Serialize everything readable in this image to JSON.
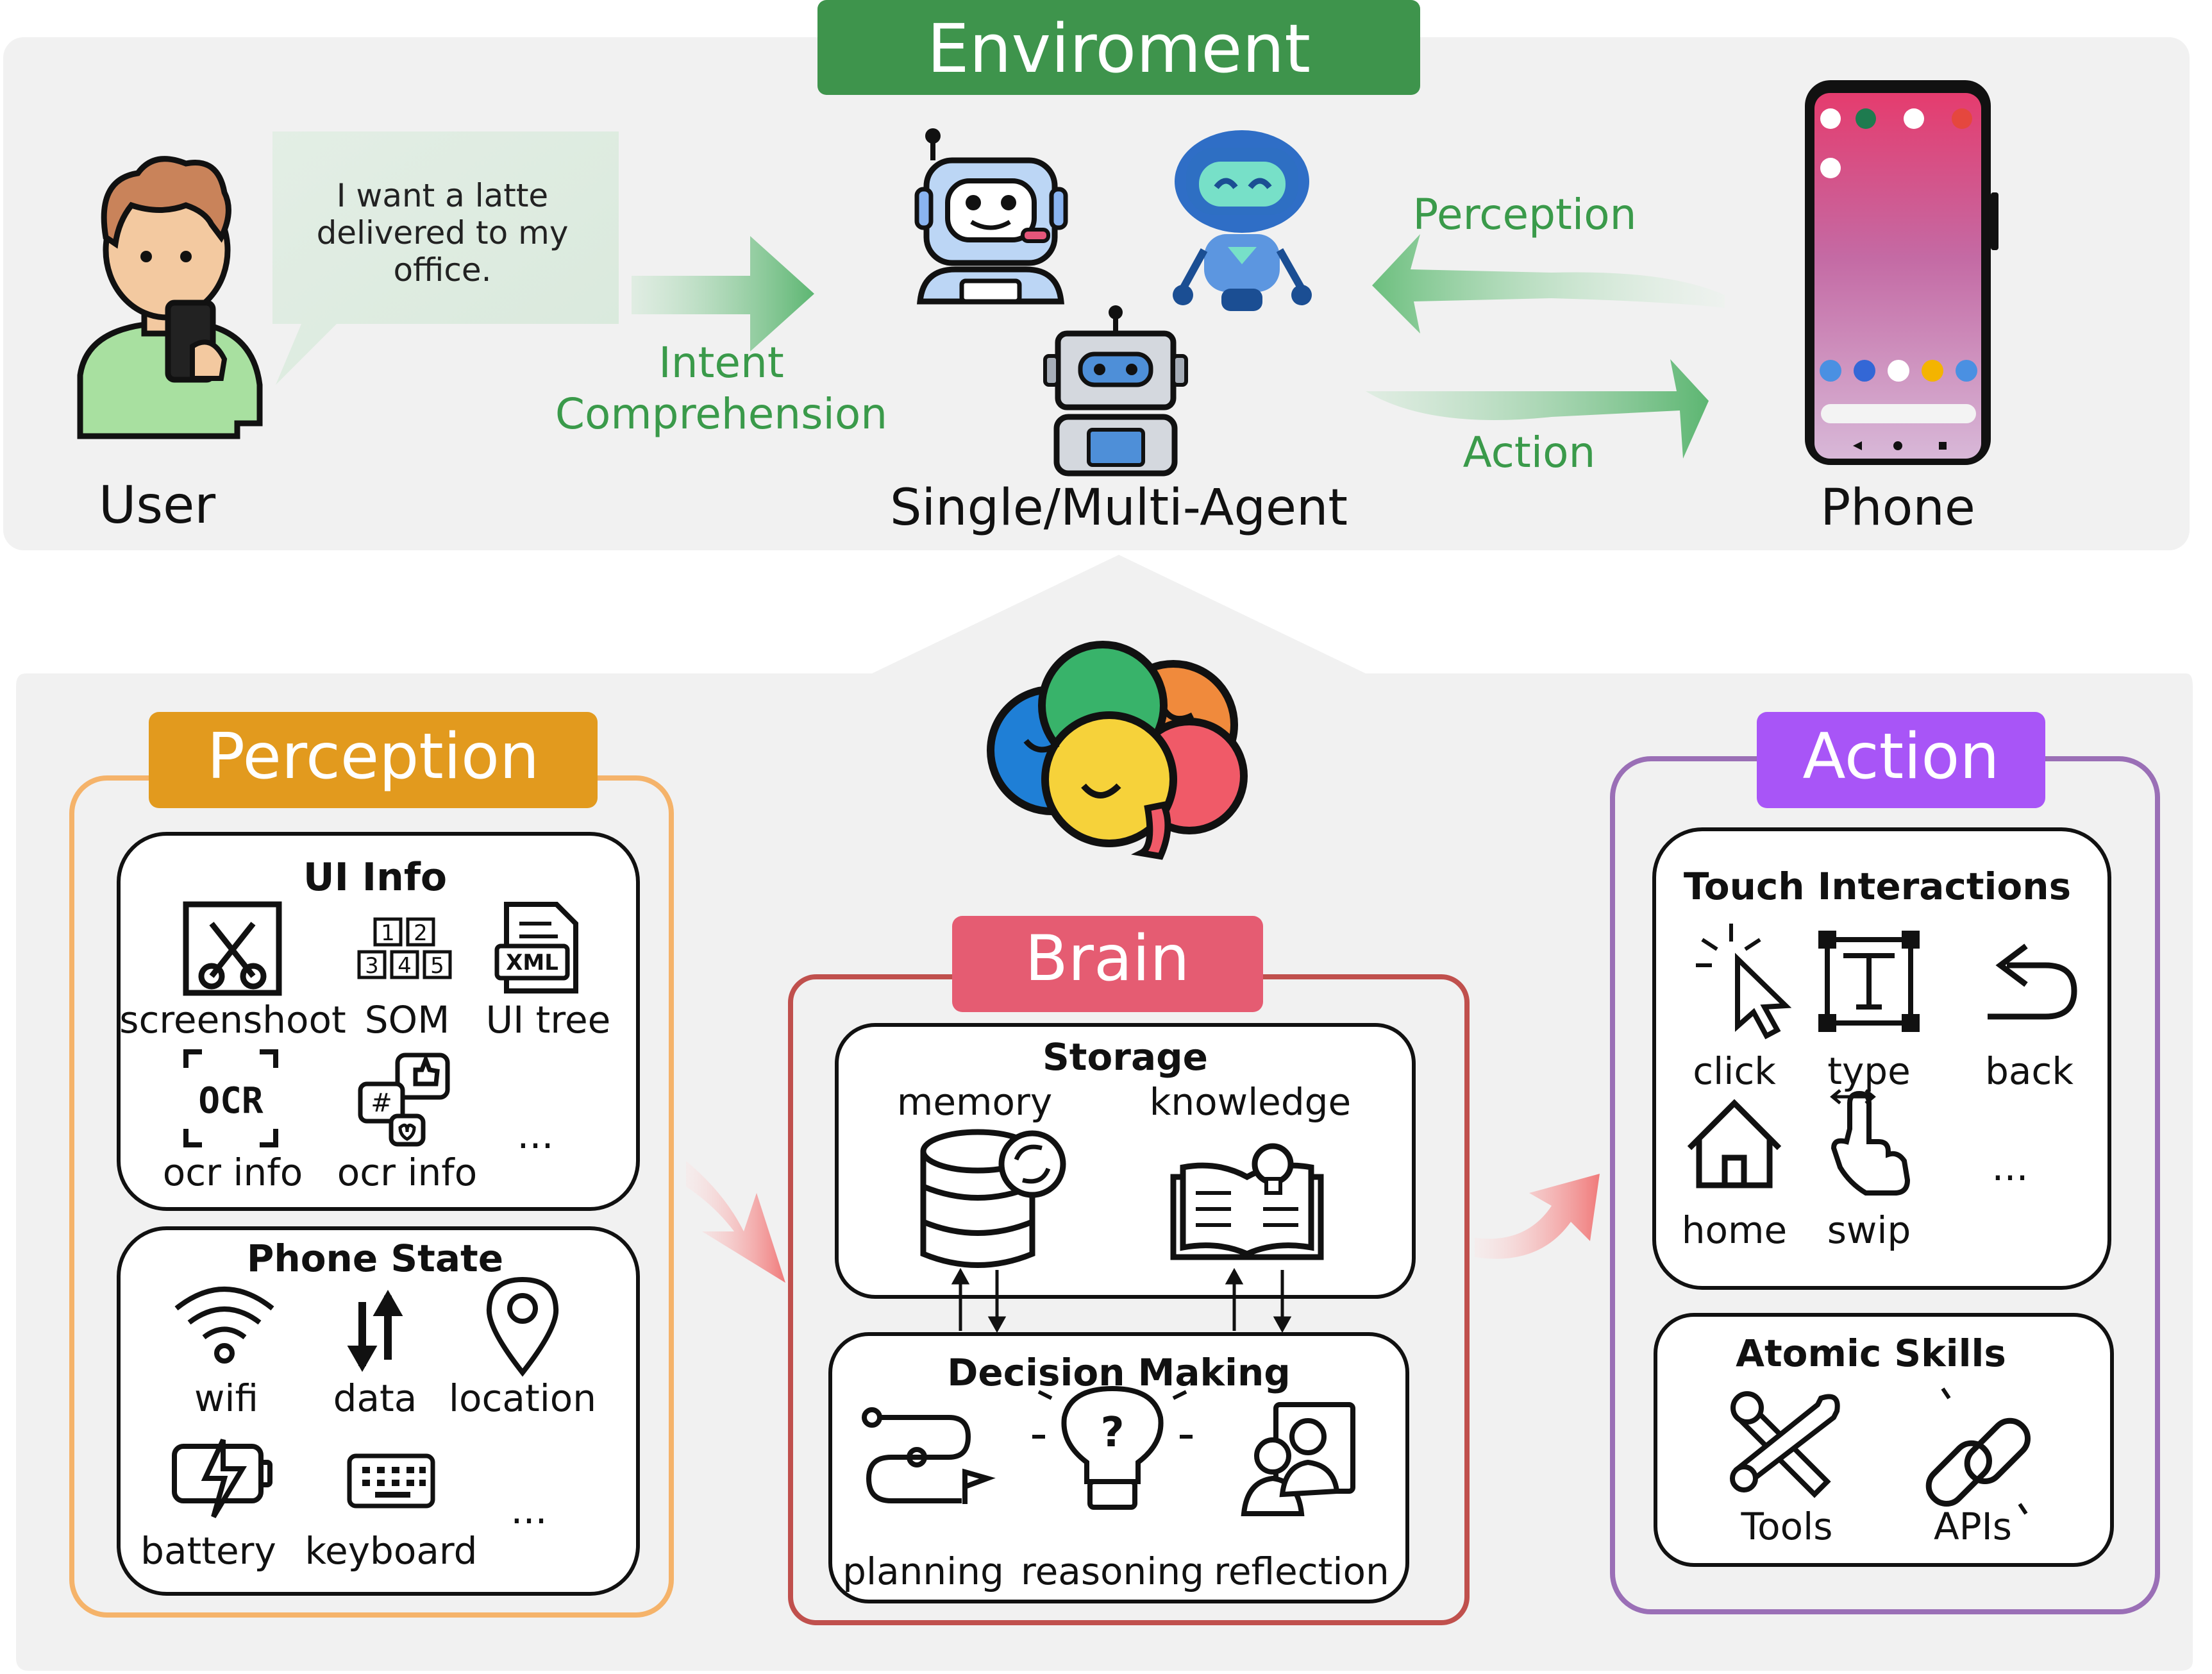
{
  "environment": {
    "title": "Enviroment",
    "speech": [
      "I want a latte",
      "delivered to my",
      "office."
    ],
    "user_label": "User",
    "intent_label": [
      "Intent",
      "Comprehension"
    ],
    "agent_label": "Single/Multi-Agent",
    "perception_arrow_label": "Perception",
    "action_arrow_label": "Action",
    "phone_label": "Phone"
  },
  "perception": {
    "title": "Perception",
    "ui_info": {
      "title": "UI Info",
      "items": [
        "screenshoot",
        "SOM",
        "UI tree",
        "ocr info",
        "ocr info"
      ],
      "ocr_icon_text": "OCR",
      "xml_icon_text": "XML",
      "som_numbers": [
        "1",
        "2",
        "3",
        "4",
        "5"
      ],
      "more": "..."
    },
    "phone_state": {
      "title": "Phone State",
      "items": [
        "wifi",
        "data",
        "location",
        "battery",
        "keyboard"
      ],
      "more": "..."
    }
  },
  "brain": {
    "title": "Brain",
    "storage": {
      "title": "Storage",
      "items": [
        "memory",
        "knowledge"
      ]
    },
    "decision": {
      "title": "Decision Making",
      "items": [
        "planning",
        "reasoning",
        "reflection"
      ]
    }
  },
  "action": {
    "title": "Action",
    "touch": {
      "title": "Touch Interactions",
      "items": [
        "click",
        "type",
        "back",
        "home",
        "swip"
      ],
      "more": "..."
    },
    "atomic": {
      "title": "Atomic Skills",
      "items": [
        "Tools",
        "APIs"
      ]
    }
  },
  "colors": {
    "env_green": "#3e944c",
    "arrow_green": "#6cbf7e",
    "text_green": "#3a9a4a",
    "perception_orange": "#e29a1e",
    "perception_border": "#f5b36a",
    "brain_red": "#e55c72",
    "brain_border": "#c0504d",
    "action_purple": "#a855f7",
    "action_border": "#9a6fb6",
    "panel_gray": "#f1f1f1"
  }
}
